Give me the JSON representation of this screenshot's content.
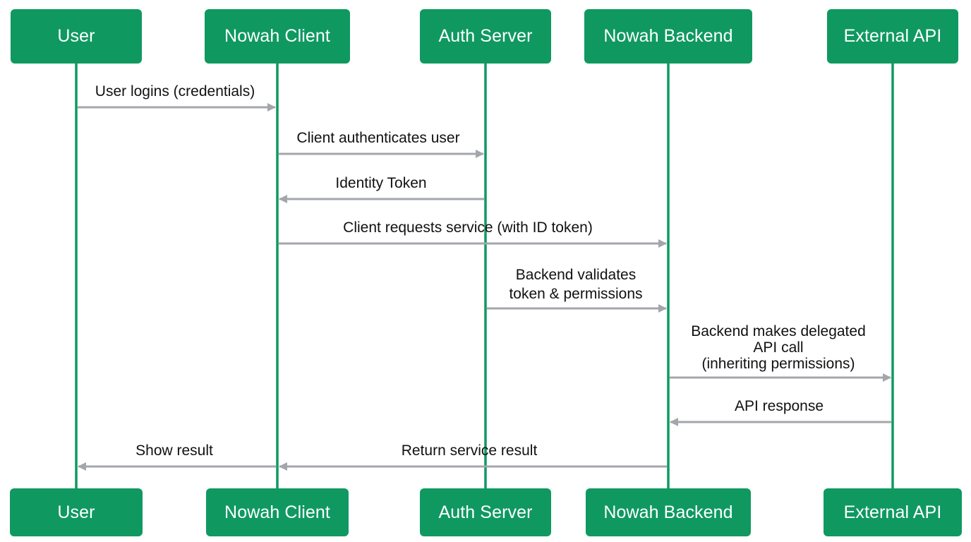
{
  "colors": {
    "lifeline": "#0f9960",
    "actor_fill": "#0f9960",
    "actor_text": "#ffffff",
    "arrow": "#a3a6ab",
    "label_text": "#111111"
  },
  "actors": [
    {
      "id": "user",
      "label": "User"
    },
    {
      "id": "client",
      "label": "Nowah Client"
    },
    {
      "id": "auth",
      "label": "Auth Server"
    },
    {
      "id": "backend",
      "label": "Nowah Backend"
    },
    {
      "id": "api",
      "label": "External API"
    }
  ],
  "messages": [
    {
      "from": "user",
      "to": "client",
      "lines": [
        "User logins (credentials)"
      ]
    },
    {
      "from": "client",
      "to": "auth",
      "lines": [
        "Client authenticates user"
      ]
    },
    {
      "from": "auth",
      "to": "client",
      "lines": [
        "Identity Token"
      ]
    },
    {
      "from": "client",
      "to": "backend",
      "lines": [
        "Client requests service (with ID token)"
      ]
    },
    {
      "from": "auth",
      "to": "backend",
      "lines": [
        "Backend validates",
        "token & permissions"
      ]
    },
    {
      "from": "backend",
      "to": "api",
      "lines": [
        "Backend makes delegated",
        "API call",
        "(inheriting permissions)"
      ]
    },
    {
      "from": "api",
      "to": "backend",
      "lines": [
        "API response"
      ]
    },
    {
      "from": "client",
      "to": "user",
      "lines": [
        "Show result"
      ]
    },
    {
      "from": "backend",
      "to": "client",
      "lines": [
        "Return service result"
      ]
    }
  ]
}
